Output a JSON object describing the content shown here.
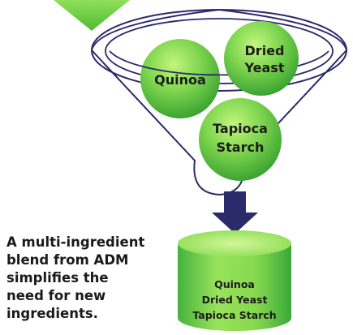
{
  "funnel_ingredients": [
    {
      "label_lines": [
        "Quinoa"
      ]
    },
    {
      "label_lines": [
        "Dried",
        "Yeast"
      ]
    },
    {
      "label_lines": [
        "Tapioca",
        "Starch"
      ]
    }
  ],
  "blend": {
    "lines": [
      "Quinoa",
      "Dried Yeast",
      "Tapioca Starch"
    ]
  },
  "caption": {
    "lines": [
      "A multi-ingredient",
      "blend from ADM",
      "simplifies the",
      "need for new",
      "ingredients."
    ]
  },
  "colors": {
    "ball_light": "#a8ee66",
    "ball_dark": "#2f9a2c",
    "arrow": "#2b2a6b",
    "funnel_stroke": "#2b2a6b",
    "cylinder_light": "#b4f06a",
    "cylinder_dark": "#3aa83a",
    "chevron": "#5cc43c"
  }
}
